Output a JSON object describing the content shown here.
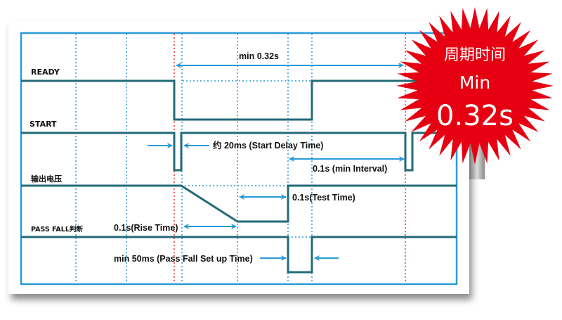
{
  "signals": {
    "ready": "READY",
    "start": "START",
    "output_voltage": "输出电压",
    "pass_fail": "PASS FALL判断"
  },
  "annotations": {
    "cycle": "min 0.32s",
    "start_delay": "约 20ms (Start Delay Time)",
    "min_interval": "0.1s (min Interval)",
    "test_time": "0.1s(Test Time)",
    "rise_time": "0.1s(Rise Time)",
    "pass_fail_setup": "min 50ms (Pass Fall Set up Time)"
  },
  "badge": {
    "line1": "周期时间",
    "line2": "Min",
    "line3": "0.32s",
    "color": "#e60012"
  }
}
